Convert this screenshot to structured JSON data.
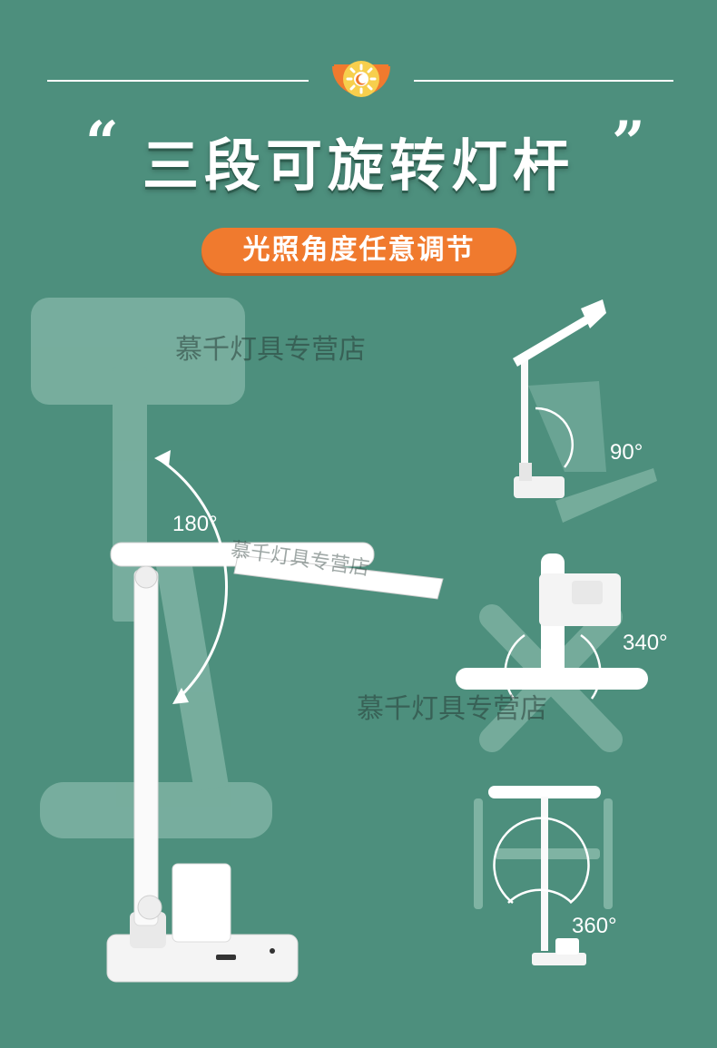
{
  "header": {
    "quote_open": "“",
    "title": "三段可旋转灯杆",
    "quote_close": "”",
    "subtitle": "光照角度任意调节"
  },
  "watermark": "慕千灯具专营店",
  "angles": {
    "main": "180°",
    "side_top": "90°",
    "side_mid": "340°",
    "side_bottom": "360°"
  },
  "colors": {
    "background": "#4d8f7d",
    "accent": "#f07a2e",
    "lamp": "#ffffff"
  },
  "icons": [
    "sun-icon",
    "moon-icon"
  ]
}
